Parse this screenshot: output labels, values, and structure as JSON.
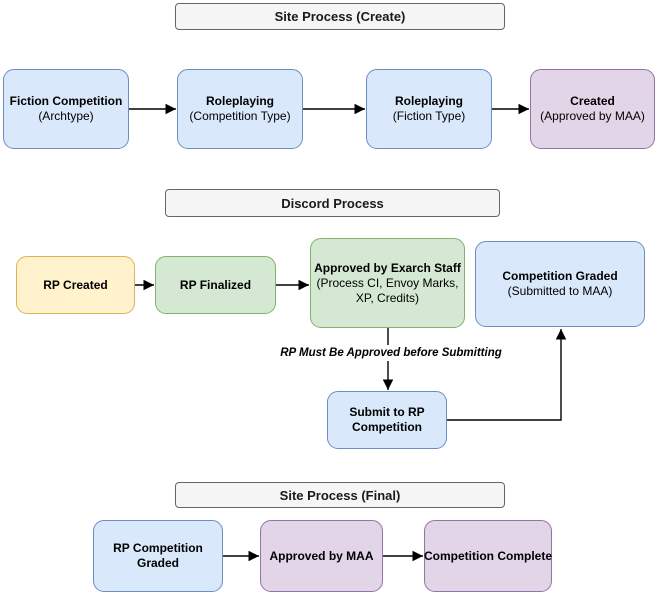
{
  "diagram": {
    "sections": [
      {
        "id": "create",
        "title": "Site Process (Create)"
      },
      {
        "id": "discord",
        "title": "Discord Process"
      },
      {
        "id": "final",
        "title": "Site Process (Final)"
      }
    ],
    "nodes": {
      "fiction_competition": {
        "title": "Fiction Competition",
        "subtitle": "(Archtype)",
        "color": "blue"
      },
      "roleplaying_competition": {
        "title": "Roleplaying",
        "subtitle": "(Competition Type)",
        "color": "blue"
      },
      "roleplaying_fiction": {
        "title": "Roleplaying",
        "subtitle": "(Fiction Type)",
        "color": "blue"
      },
      "created": {
        "title": "Created",
        "subtitle": "(Approved by MAA)",
        "color": "purple"
      },
      "rp_created": {
        "title": "RP Created",
        "subtitle": "",
        "color": "yellow"
      },
      "rp_finalized": {
        "title": "RP Finalized",
        "subtitle": "",
        "color": "green"
      },
      "approved_by_exarch_staff": {
        "title": "Approved by Exarch Staff",
        "subtitle": "(Process CI, Envoy Marks, XP, Credits)",
        "color": "green"
      },
      "competition_graded": {
        "title": "Competition Graded",
        "subtitle": "(Submitted to MAA)",
        "color": "blue"
      },
      "submit_to_rp_competition": {
        "title": "Submit to RP Competition",
        "subtitle": "",
        "color": "blue"
      },
      "rp_competition_graded": {
        "title": "RP Competition Graded",
        "subtitle": "",
        "color": "blue"
      },
      "approved_by_maa": {
        "title": "Approved by MAA",
        "subtitle": "",
        "color": "purple"
      },
      "competition_complete": {
        "title": "Competition Complete",
        "subtitle": "",
        "color": "purple"
      }
    },
    "annotations": {
      "edge_note": "RP Must Be Approved before Submitting"
    },
    "palette": {
      "blue_fill": "#dae8fc",
      "blue_stroke": "#6c8ebf",
      "green_fill": "#d5e8d4",
      "green_stroke": "#82b366",
      "yellow_fill": "#fff2cc",
      "yellow_stroke": "#d6b656",
      "purple_fill": "#e1d5e7",
      "purple_stroke": "#9673a6",
      "header_fill": "#f5f5f5",
      "header_stroke": "#666666",
      "arrow": "#000000"
    }
  }
}
